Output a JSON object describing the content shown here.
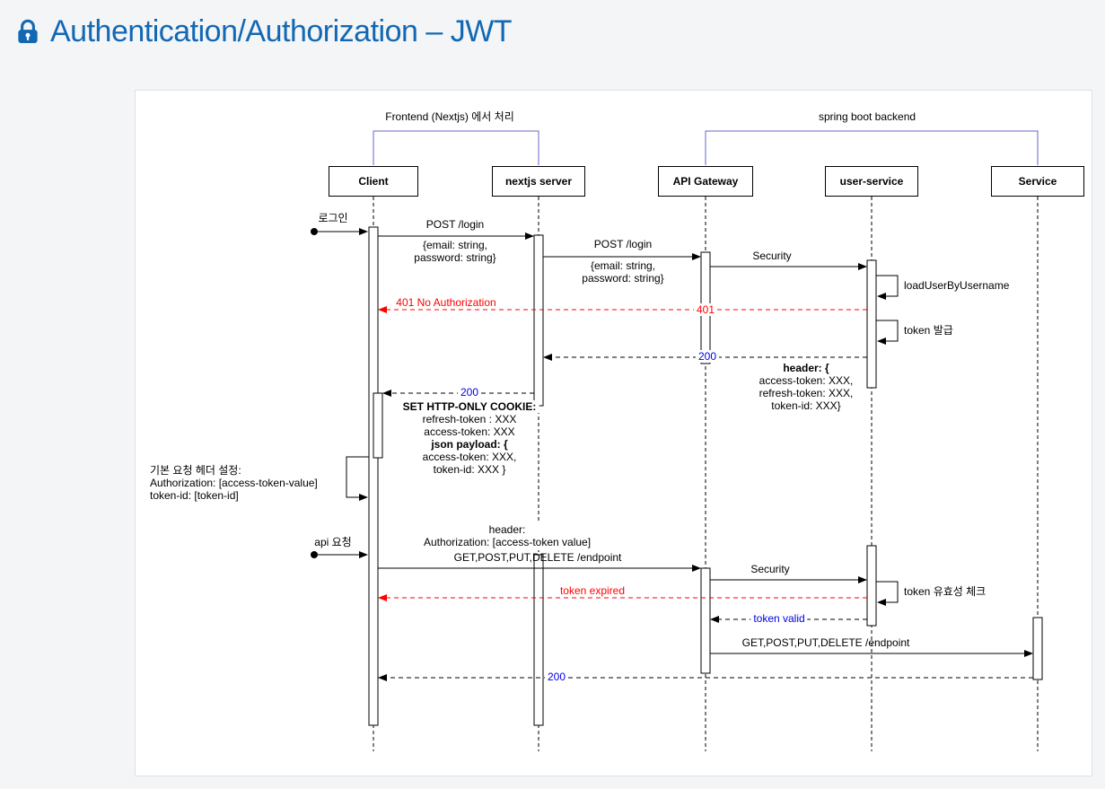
{
  "page": {
    "title": "Authentication/Authorization – JWT"
  },
  "colors": {
    "accent": "#1268b3",
    "error": "#ff0000",
    "info": "#0000e6",
    "bracket": "#6666cc"
  },
  "diagram": {
    "groups": {
      "frontend": "Frontend (Nextjs) 에서 처리",
      "backend": "spring boot backend"
    },
    "participants": {
      "client": "Client",
      "nextjs": "nextjs server",
      "gateway": "API Gateway",
      "user_service": "user-service",
      "service": "Service"
    },
    "messages": {
      "login_trigger": "로그인",
      "post_login_a": "POST /login",
      "post_login_a_body": "{email: string,\npassword: string}",
      "post_login_b": "POST /login",
      "post_login_b_body": "{email: string,\npassword: string}",
      "security_1": "Security",
      "load_user": "loadUserByUsername",
      "unauthorized_full": "401 No Authorization",
      "unauthorized_code": "401",
      "token_issue": "token 발급",
      "ok_a": "200",
      "header_block_title": "header: {",
      "header_block_body": "access-token: XXX,\nrefresh-token: XXX,\ntoken-id: XXX}",
      "ok_b": "200",
      "cookie_title": "SET HTTP-ONLY COOKIE:",
      "cookie_body": "refresh-token : XXX\naccess-token: XXX",
      "json_payload_title": "json payload: {",
      "json_payload_body": "access-token: XXX,\ntoken-id: XXX }",
      "default_header_note": "기본 요청 헤더 설정:\nAuthorization: [access-token-value]\ntoken-id: [token-id]",
      "api_request": "api 요청",
      "req_header_title": "header:",
      "req_header_body": "Authorization: [access-token value]",
      "endpoint_call_a": "GET,POST,PUT,DELETE /endpoint",
      "security_2": "Security",
      "token_check": "token 유효성 체크",
      "token_expired": "token expired",
      "token_valid": "token valid",
      "endpoint_call_b": "GET,POST,PUT,DELETE /endpoint",
      "ok_c": "200"
    }
  }
}
